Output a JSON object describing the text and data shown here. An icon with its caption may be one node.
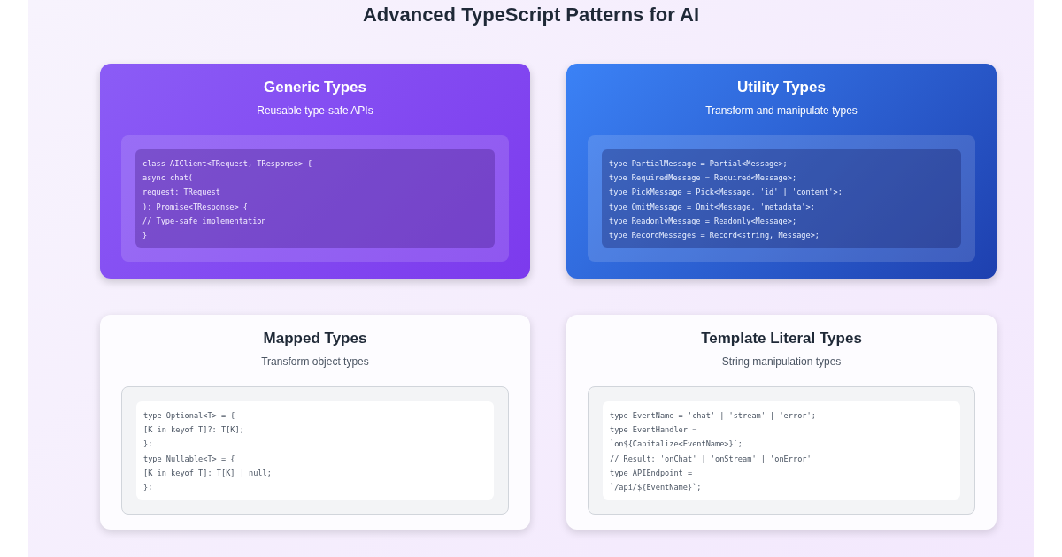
{
  "diagram": {
    "title": "Advanced TypeScript Patterns for AI",
    "nodes": [
      {
        "text": [
          "Generic Types",
          "Reusable type-safe APIs"
        ]
      },
      {
        "text": [
          "class AIClient<TRequest, TResponse> {",
          "async chat(",
          "request: TRequest",
          "): Promise<TResponse> {",
          "// Type-safe implementation",
          "}"
        ],
        "in": 0
      },
      {
        "text": [
          "Utility Types",
          "Transform and manipulate types"
        ]
      },
      {
        "text": [
          "type PartialMessage = Partial<Message>;",
          "type RequiredMessage = Required<Message>;",
          "type PickMessage = Pick<Message, 'id' | 'content'>;",
          "type OmitMessage = Omit<Message, 'metadata'>;",
          "type ReadonlyMessage = Readonly<Message>;",
          "type RecordMessages = Record<string, Message>;"
        ],
        "in": 2
      },
      {
        "text": [
          "Mapped Types",
          "Transform object types"
        ]
      },
      {
        "text": [
          "type Optional<T> = {",
          "[K in keyof T]?: T[K];",
          "};",
          "type Nullable<T> = {",
          "[K in keyof T]: T[K] | null;",
          "};"
        ],
        "in": 4
      },
      {
        "text": [
          "Template Literal Types",
          "String manipulation types"
        ]
      },
      {
        "text": [
          "type EventName = 'chat' | 'stream' | 'error';",
          "type EventHandler =",
          "`on${Capitalize<EventName>}`;",
          "// Result: 'onChat' | 'onStream' | 'onError'",
          "type APIEndpoint =",
          "`/api/${EventName}`;"
        ],
        "in": 6
      }
    ],
    "edges": []
  }
}
